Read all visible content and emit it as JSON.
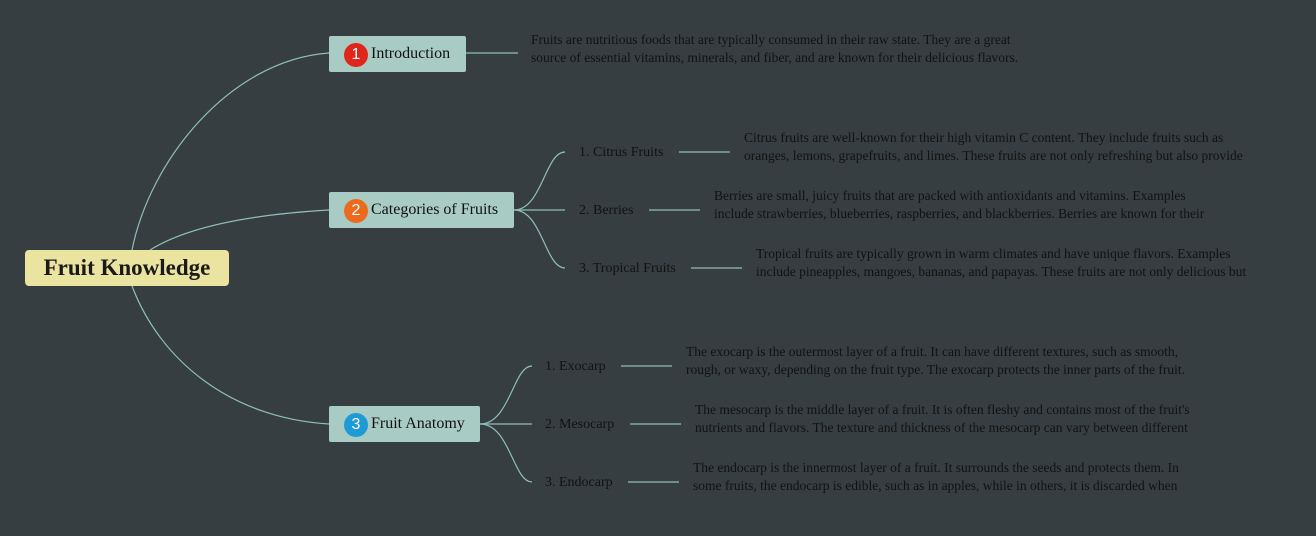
{
  "root": {
    "label": "Fruit Knowledge",
    "color": "#ebe3a0"
  },
  "colors": {
    "background": "#363e41",
    "topic": "#a8cbc3",
    "link": "#8fbfb6"
  },
  "topics": [
    {
      "label": "Introduction",
      "badge": "1",
      "badge_color": "#e0261b",
      "note": "Fruits are nutritious foods that are typically consumed in their raw state. They are a great source of essential vitamins, minerals, and fiber, and are known for their delicious flavors. Below is some information about various types of fruits."
    },
    {
      "label": "Categories of Fruits",
      "badge": "2",
      "badge_color": "#ec6a1d",
      "children": [
        {
          "label": "1. Citrus Fruits",
          "note": "Citrus fruits are well-known for their high vitamin C content. They include fruits such as oranges, lemons, grapefruits, and limes. These fruits are not only refreshing but also provide a tangy taste that adds flavor to dishes."
        },
        {
          "label": "2. Berries",
          "note": "Berries are small, juicy fruits that are packed with antioxidants and vitamins. Examples include strawberries, blueberries, raspberries, and blackberries. Berries are known for their vibrant colors and sweet or tart taste."
        },
        {
          "label": "3. Tropical Fruits",
          "note": "Tropical fruits are typically grown in warm climates and have unique flavors. Examples include pineapples, mangoes, bananas, and papayas. These fruits are not only delicious but also provide a good source of vitamins and minerals."
        }
      ]
    },
    {
      "label": "Fruit Anatomy",
      "badge": "3",
      "badge_color": "#1e9ad6",
      "children": [
        {
          "label": "1. Exocarp",
          "note": "The exocarp is the outermost layer of a fruit. It can have different textures, such as smooth, rough, or waxy, depending on the fruit type. The exocarp protects the inner parts of the fruit."
        },
        {
          "label": "2. Mesocarp",
          "note": "The mesocarp is the middle layer of a fruit. It is often fleshy and contains most of the fruit's nutrients and flavors. The texture and thickness of the mesocarp can vary between different fruits."
        },
        {
          "label": "3. Endocarp",
          "note": "The endocarp is the innermost layer of a fruit. It surrounds the seeds and protects them. In some fruits, the endocarp is edible, such as in apples, while in others, it is discarded when eating the fruit, such as in peaches."
        }
      ]
    }
  ]
}
